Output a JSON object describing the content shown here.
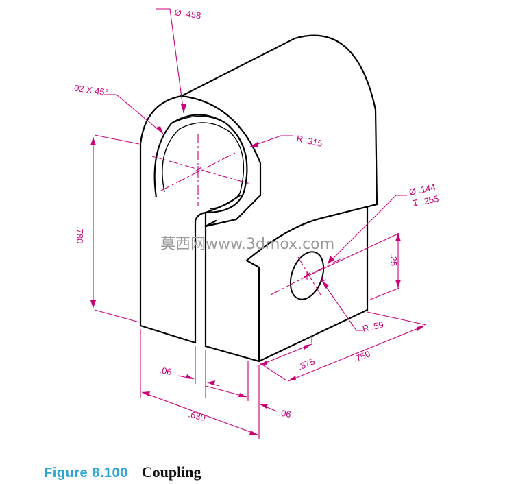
{
  "caption": {
    "figure_number": "Figure 8.100",
    "title": "Coupling"
  },
  "watermark": "莫西网www.3dmox.com",
  "dimensions": {
    "bore_diameter": "Ø .458",
    "chamfer": ".02 X 45°",
    "outer_radius": "R .315",
    "height": ".780",
    "hole_diameter": "Ø .144",
    "hole_depth": "↧ .255",
    "hole_height": ".25",
    "hole_radius": "R .59",
    "slot_width_left": ".06",
    "slot_width_right": ".06",
    "overall_width": ".630",
    "hole_offset": ".375",
    "overall_depth": ".750"
  },
  "colors": {
    "dimension": "#c8007a",
    "object": "#000000",
    "figure_number": "#2aa5d8"
  }
}
